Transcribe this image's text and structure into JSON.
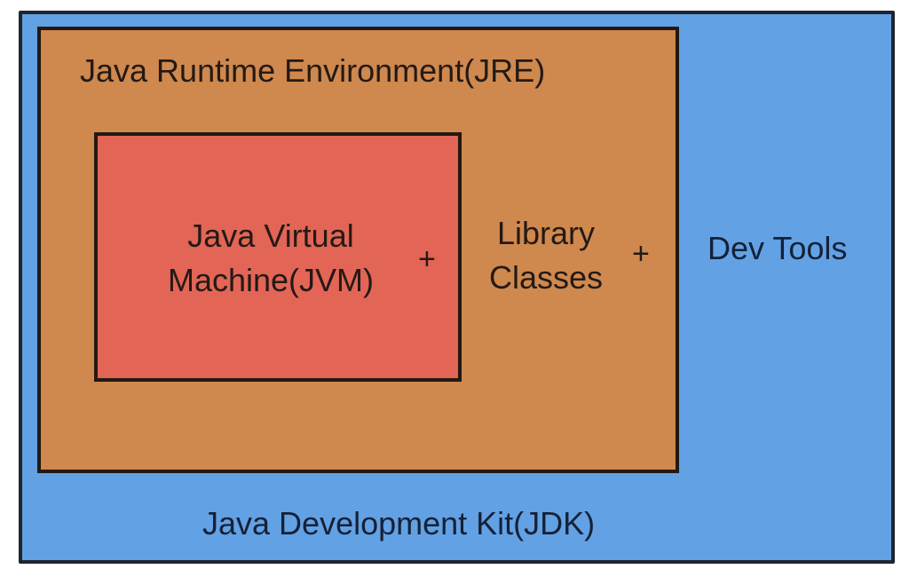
{
  "diagram": {
    "title": "JDK / JRE / JVM composition",
    "colors": {
      "jdk_fill": "#62a1e4",
      "jre_fill": "#cf884e",
      "jvm_fill": "#e26556",
      "border": "#231a17"
    },
    "jdk": {
      "label": "Java Development Kit(JDK)"
    },
    "jre": {
      "label": "Java Runtime Environment(JRE)"
    },
    "jvm": {
      "line1": "Java Virtual",
      "line2": "Machine(JVM)"
    },
    "library": {
      "line1": "Library",
      "line2": "Classes"
    },
    "dev_tools": {
      "label": "Dev Tools"
    },
    "operators": {
      "plus": "+"
    }
  }
}
